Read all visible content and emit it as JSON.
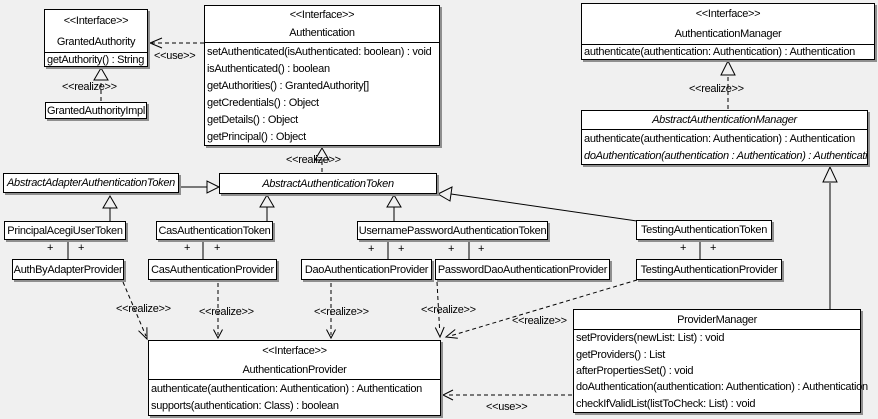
{
  "colors": {
    "background": "#f0f0f0",
    "box_fill": "#ffffff",
    "line": "#000000",
    "shadow": "#8f8f8f"
  },
  "classes": {
    "granted_authority": {
      "stereotype": "<<Interface>>",
      "name": "GrantedAuthority",
      "methods": [
        "getAuthority() : String"
      ]
    },
    "granted_authority_impl": {
      "name": "GrantedAuthorityImpl"
    },
    "authentication": {
      "stereotype": "<<Interface>>",
      "name": "Authentication",
      "methods": [
        "setAuthenticated(isAuthenticated: boolean) : void",
        "isAuthenticated() : boolean",
        "getAuthorities() : GrantedAuthority[]",
        "getCredentials() : Object",
        "getDetails() : Object",
        "getPrincipal() : Object"
      ]
    },
    "authentication_manager": {
      "stereotype": "<<Interface>>",
      "name": "AuthenticationManager",
      "methods": [
        "authenticate(authentication: Authentication) : Authentication"
      ]
    },
    "abstract_authentication_manager": {
      "name": "AbstractAuthenticationManager",
      "methods": [
        "authenticate(authentication: Authentication) : Authentication",
        "doAuthentication(authentication : Authentication) : Authentication"
      ]
    },
    "abstract_adapter_authentication_token": {
      "name": "AbstractAdapterAuthenticationToken"
    },
    "abstract_authentication_token": {
      "name": "AbstractAuthenticationToken"
    },
    "principal_acegi_user_token": {
      "name": "PrincipalAcegiUserToken"
    },
    "cas_authentication_token": {
      "name": "CasAuthenticationToken"
    },
    "username_password_authentication_token": {
      "name": "UsernamePasswordAuthenticationToken"
    },
    "testing_authentication_token": {
      "name": "TestingAuthenticationToken"
    },
    "auth_by_adapter_provider": {
      "name": "AuthByAdapterProvider"
    },
    "cas_authentication_provider": {
      "name": "CasAuthenticationProvider"
    },
    "dao_authentication_provider": {
      "name": "DaoAuthenticationProvider"
    },
    "password_dao_authentication_provider": {
      "name": "PasswordDaoAuthenticationProvider"
    },
    "testing_authentication_provider": {
      "name": "TestingAuthenticationProvider"
    },
    "authentication_provider": {
      "stereotype": "<<Interface>>",
      "name": "AuthenticationProvider",
      "methods": [
        "authenticate(authentication: Authentication) : Authentication",
        "supports(authentication: Class) : boolean"
      ]
    },
    "provider_manager": {
      "name": "ProviderManager",
      "methods": [
        "setProviders(newList: List) : void",
        "getProviders() : List",
        "afterPropertiesSet() : void",
        "doAuthentication(authentication: Authentication) : Authentication",
        "checkIfValidList(listToCheck: List) : void"
      ]
    }
  },
  "edge_labels": {
    "use": "<<use>>",
    "realize": "<<realize>>",
    "plus": "+"
  }
}
